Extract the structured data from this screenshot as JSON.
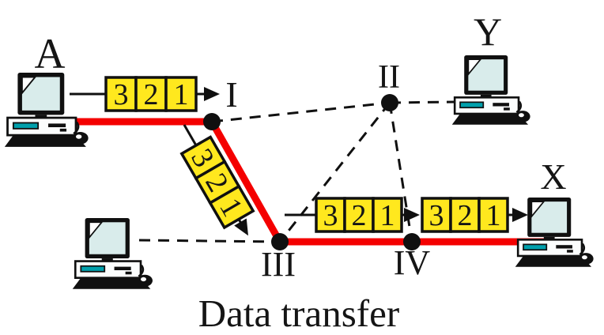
{
  "title": "Data transfer",
  "hosts": {
    "a": "A",
    "y": "Y",
    "x": "X"
  },
  "nodes": {
    "n1": "I",
    "n2": "II",
    "n3": "III",
    "n4": "IV"
  },
  "packets": {
    "a_to_i": {
      "cells": [
        "3",
        "2",
        "1"
      ]
    },
    "i_to_iii": {
      "cells": [
        "3",
        "2",
        "1"
      ]
    },
    "iii_to_iv": {
      "cells": [
        "3",
        "2",
        "1"
      ]
    },
    "iv_to_x": {
      "cells": [
        "3",
        "2",
        "1"
      ]
    }
  },
  "colors": {
    "route": "#f40000",
    "packet_fill": "#ffe81e",
    "screen": "#d9eceb",
    "accent_teal": "#00a0ac",
    "line": "#101010"
  }
}
